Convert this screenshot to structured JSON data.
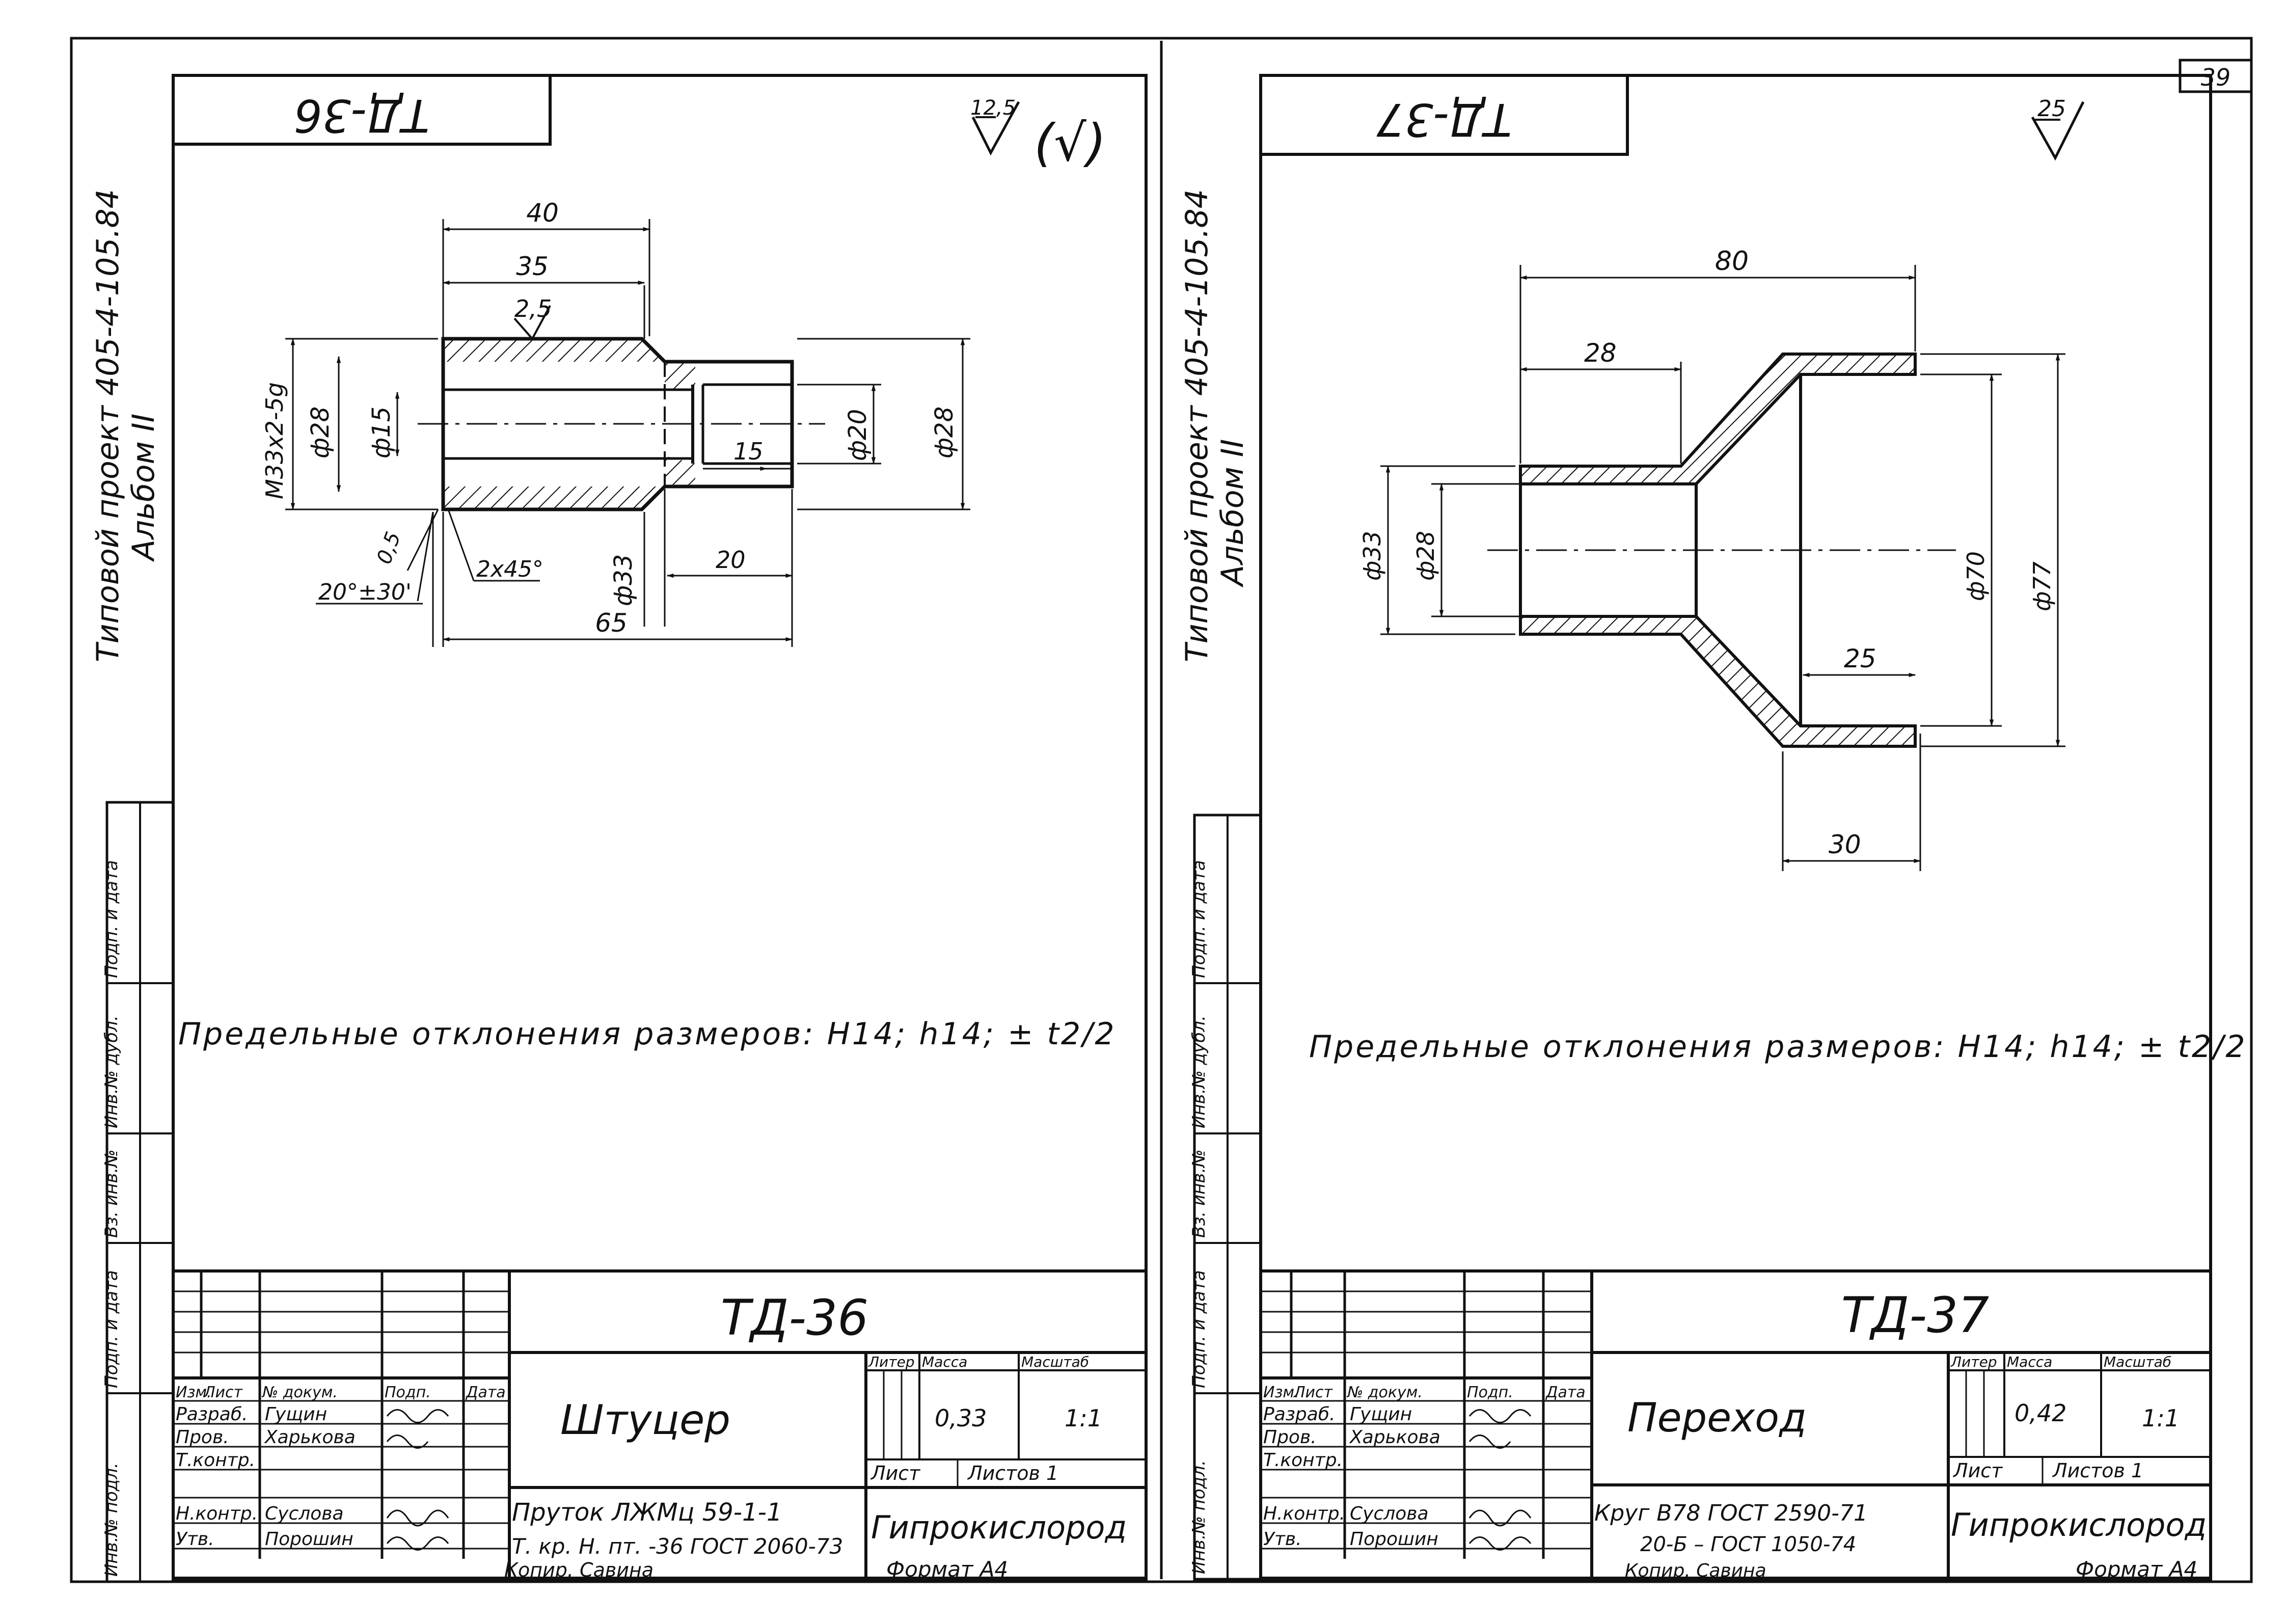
{
  "page_number": "39",
  "sheets": [
    {
      "code_rotated": "ТД-36",
      "side_label_line1": "Типовой проект 405-4-105.84",
      "side_label_line2": "Альбом II",
      "roughness_mark": "12,5",
      "roughness_rest": "(√)",
      "dims": [
        "40",
        "35",
        "2,5",
        "М33х2-5g",
        "ф28",
        "ф15",
        "15",
        "ф20",
        "ф28",
        "0,5",
        "2х45°",
        "ф33",
        "20",
        "20°±30'",
        "65"
      ],
      "note": "Предельные отклонения размеров: Н14; h14; ± t2/2",
      "side_stamp": [
        "Инв.№ подл.",
        "Подп. и дата",
        "Вз. инв.№",
        "Инв.№ дубл.",
        "Подп. и дата"
      ],
      "title_block": {
        "designation": "ТД-36",
        "name": "Штуцер",
        "col_headers": [
          "Изм.",
          "Лист",
          "№ докум.",
          "Подп.",
          "Дата"
        ],
        "roles": [
          "Разраб.",
          "Пров.",
          "Т.контр.",
          "Н.контр.",
          "Утв."
        ],
        "people": [
          "Гущин",
          "Харькова",
          "",
          "Суслова",
          "Порошин"
        ],
        "litera_label": "Литер",
        "mass_label": "Масса",
        "scale_label": "Масштаб",
        "mass": "0,33",
        "scale": "1:1",
        "sheet_label": "Лист",
        "sheets_label": "Листов 1",
        "material_line1": "Пруток ЛЖМц 59-1-1",
        "material_line2": "Т. кр. Н. пт. -36 ГОСТ 2060-73",
        "org": "Гипрокислород",
        "copied": "Копир. Савина",
        "format": "Формат А4"
      }
    },
    {
      "code_rotated": "ТД-37",
      "side_label_line1": "Типовой проект 405-4-105.84",
      "side_label_line2": "Альбом II",
      "roughness_mark": "25",
      "dims": [
        "80",
        "28",
        "ф33",
        "ф28",
        "ф70",
        "ф77",
        "25",
        "30"
      ],
      "note": "Предельные отклонения размеров: Н14; h14; ± t2/2",
      "side_stamp": [
        "Инв.№ подл.",
        "Подп. и дата",
        "Вз. инв.№",
        "Инв.№ дубл.",
        "Подп. и дата"
      ],
      "title_block": {
        "designation": "ТД-37",
        "name": "Переход",
        "col_headers": [
          "Изм.",
          "Лист",
          "№ докум.",
          "Подп.",
          "Дата"
        ],
        "roles": [
          "Разраб.",
          "Пров.",
          "Т.контр.",
          "Н.контр.",
          "Утв."
        ],
        "people": [
          "Гущин",
          "Харькова",
          "",
          "Суслова",
          "Порошин"
        ],
        "litera_label": "Литер",
        "mass_label": "Масса",
        "scale_label": "Масштаб",
        "mass": "0,42",
        "scale": "1:1",
        "sheet_label": "Лист",
        "sheets_label": "Листов 1",
        "material_line1": "Круг  В78 ГОСТ 2590-71",
        "material_line2": "20-Б – ГОСТ 1050-74",
        "org": "Гипрокислород",
        "copied": "Копир. Савина",
        "format": "Формат А4"
      }
    }
  ]
}
